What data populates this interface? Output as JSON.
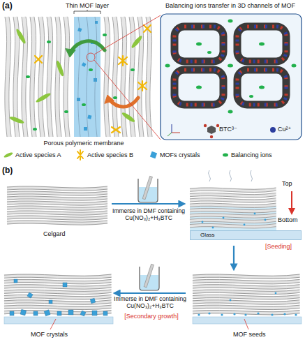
{
  "diagram": {
    "nodes": [
      {
        "text": [
          "Balancing ions transfer in 3D channels of MOF"
        ]
      },
      {
        "text": [
          "Glass"
        ]
      }
    ],
    "labels": [
      "(a)",
      "Thin MOF layer",
      "Porous polymeric membrane",
      "BTC³⁻",
      "Cu²⁺",
      "(b)",
      "Celgard",
      "Immerse in DMF containing Cu(NO₃)₂+H₃BTC",
      "Top",
      "Bottom",
      "[Seeding]",
      "Immerse in DMF containing Cu(NO₃)₂+H₃BTC",
      "[Secondary growth]",
      "MOF seeds",
      "MOF crystals"
    ],
    "legend": [
      {
        "text": "Active species A"
      },
      {
        "text": "Active species B"
      },
      {
        "text": "MOFs crystals"
      },
      {
        "text": "Balancing ions"
      }
    ]
  }
}
